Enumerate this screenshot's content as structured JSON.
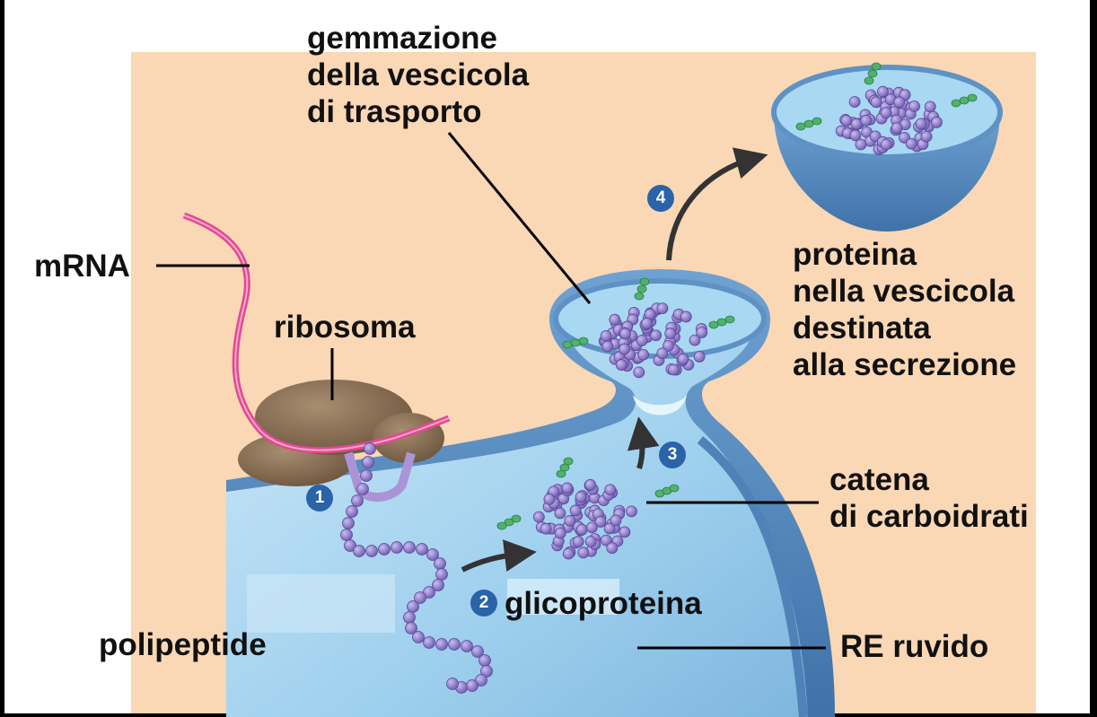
{
  "colors": {
    "background": "#fad7b5",
    "lumen": "#9fd0ee",
    "membrane": "#5f92c4",
    "protein": "#8f7cc9",
    "carbohydrate": "#4fb36b",
    "mrna": "#e04a93",
    "ribosome": "#8c7257",
    "step_badge": "#2a63a8"
  },
  "labels": {
    "budding": [
      "gemmazione",
      "della vescicola",
      "di trasporto"
    ],
    "mrna": "mRNA",
    "ribosome": "ribosoma",
    "vesicle_protein": [
      "proteina",
      "nella vescicola",
      "destinata",
      "alla secrezione"
    ],
    "carbohydrate": [
      "catena",
      "di carboidrati"
    ],
    "glycoprotein": "glicoproteina",
    "polypeptide": "polipeptide",
    "rough_er": "RE ruvido"
  },
  "steps": [
    "1",
    "2",
    "3",
    "4"
  ]
}
